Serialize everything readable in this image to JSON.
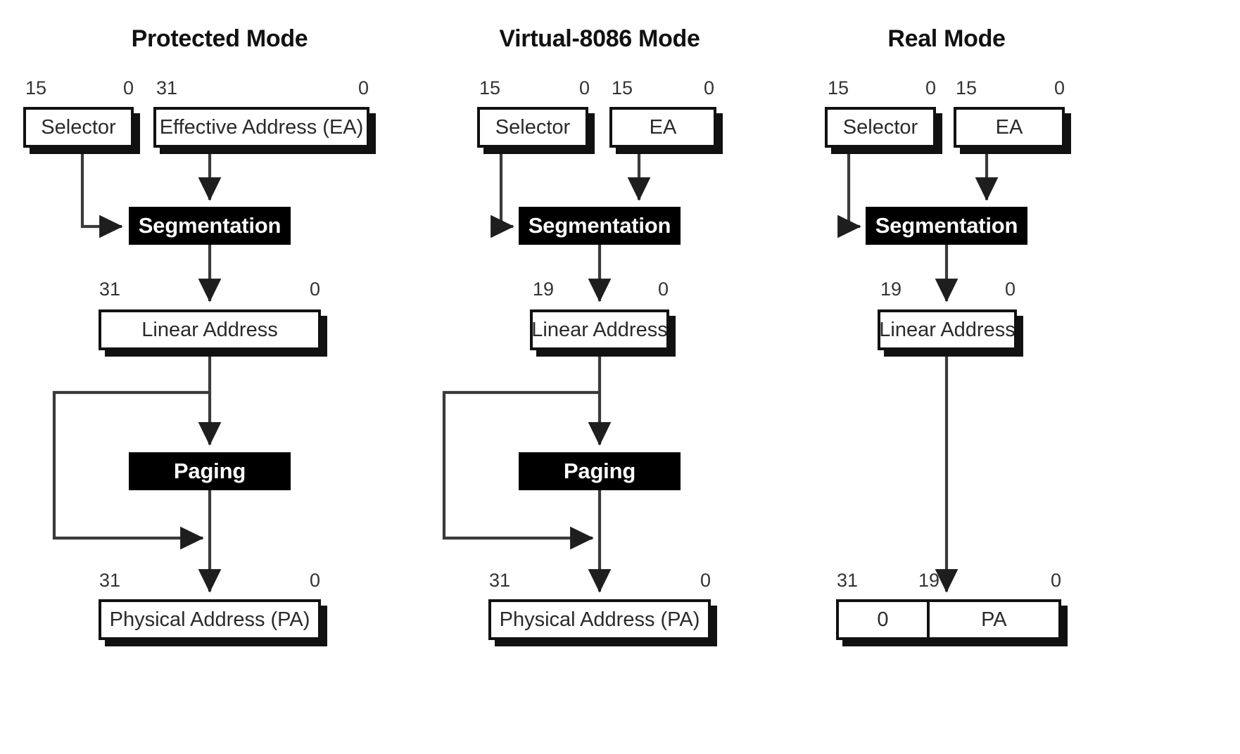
{
  "diagram": {
    "title_protected": "Protected Mode",
    "title_virtual": "Virtual-8086 Mode",
    "title_real": "Real Mode",
    "columns": [
      {
        "id": "protected",
        "title": "Protected Mode",
        "selector_box": "Selector",
        "selector_bits_high": "15",
        "selector_bits_low": "0",
        "ea_box": "Effective Address (EA)",
        "ea_bits_high": "31",
        "ea_bits_low": "0",
        "segmentation": "Segmentation",
        "linear_box": "Linear Address",
        "linear_bits_high": "31",
        "linear_bits_low": "0",
        "paging": "Paging",
        "pa_box": "Physical Address (PA)",
        "pa_bits_high": "31",
        "pa_bits_low": "0"
      },
      {
        "id": "virtual8086",
        "title": "Virtual-8086 Mode",
        "selector_box": "Selector",
        "selector_bits_high": "15",
        "selector_bits_low": "0",
        "ea_box": "EA",
        "ea_bits_high": "15",
        "ea_bits_low": "0",
        "segmentation": "Segmentation",
        "linear_box": "Linear Address",
        "linear_bits_high": "19",
        "linear_bits_low": "0",
        "paging": "Paging",
        "pa_box": "Physical Address (PA)",
        "pa_bits_high": "31",
        "pa_bits_low": "0"
      },
      {
        "id": "real",
        "title": "Real Mode",
        "selector_box": "Selector",
        "selector_bits_high": "15",
        "selector_bits_low": "0",
        "ea_box": "EA",
        "ea_bits_high": "15",
        "ea_bits_low": "0",
        "segmentation": "Segmentation",
        "linear_box": "Linear Address",
        "linear_bits_high": "19",
        "linear_bits_low": "0",
        "pa_cell_zero": "0",
        "pa_cell_pa": "PA",
        "pa_bits_high": "31",
        "pa_bits_mid": "19",
        "pa_bits_low": "0"
      }
    ],
    "colors": {
      "ink": "#111111",
      "paper": "#ffffff",
      "block_fill": "#000000",
      "block_text": "#ffffff",
      "wire": "#3a3a3a"
    }
  }
}
